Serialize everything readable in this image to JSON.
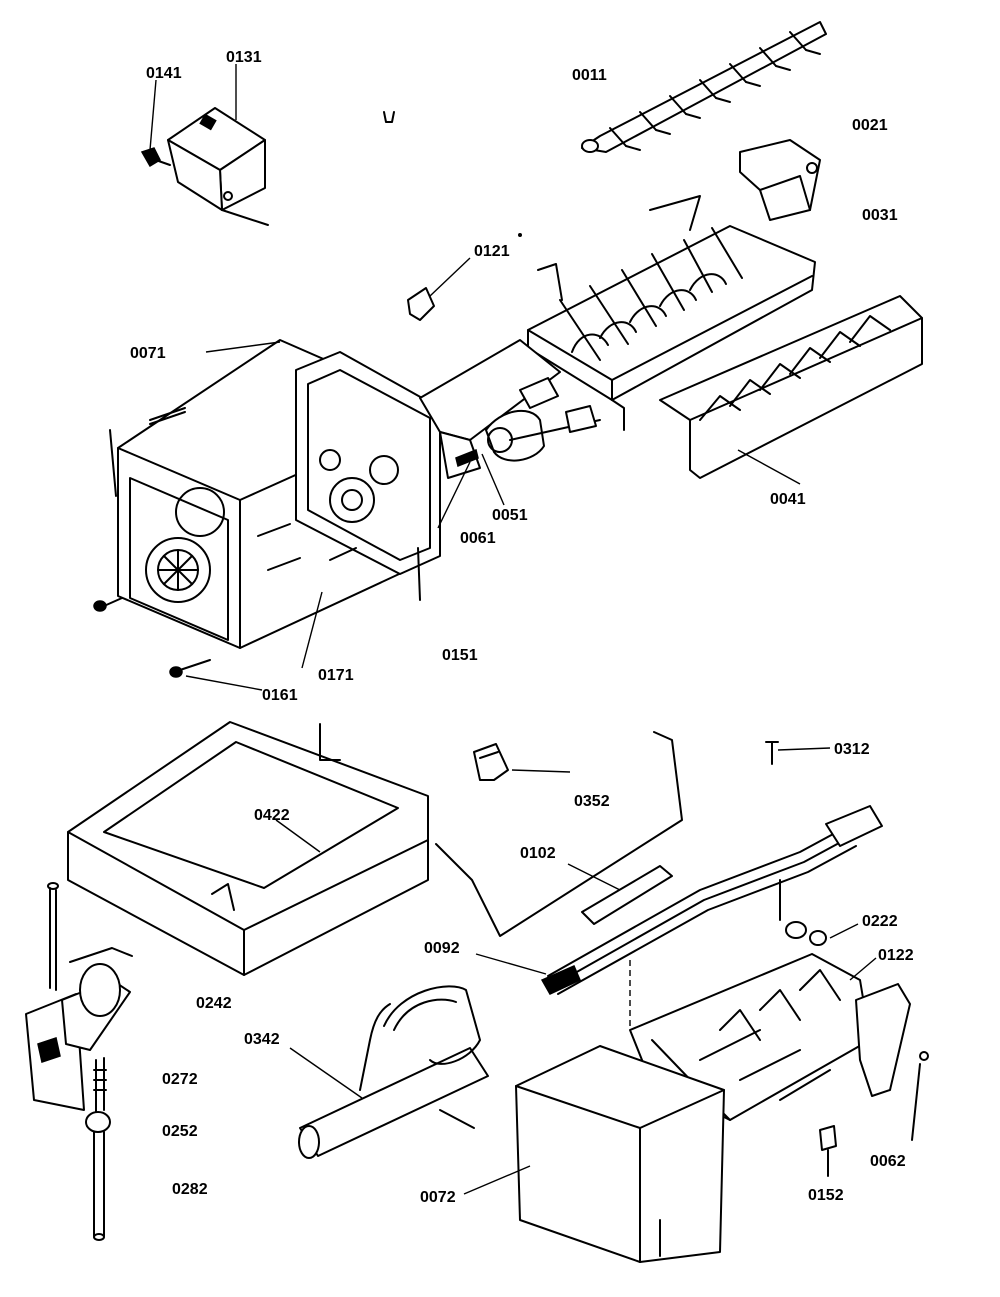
{
  "labels": {
    "p0141": "0141",
    "p0131": "0131",
    "p0011": "0011",
    "p0021": "0021",
    "p0031": "0031",
    "p0121": "0121",
    "p0071": "0071",
    "p0041": "0041",
    "p0051": "0051",
    "p0061": "0061",
    "p0151": "0151",
    "p0171": "0171",
    "p0161": "0161",
    "p0312": "0312",
    "p0352": "0352",
    "p0422": "0422",
    "p0102": "0102",
    "p0222": "0222",
    "p0092": "0092",
    "p0122": "0122",
    "p0242": "0242",
    "p0342": "0342",
    "p0272": "0272",
    "p0252": "0252",
    "p0282": "0282",
    "p0072": "0072",
    "p0062": "0062",
    "p0152": "0152"
  }
}
